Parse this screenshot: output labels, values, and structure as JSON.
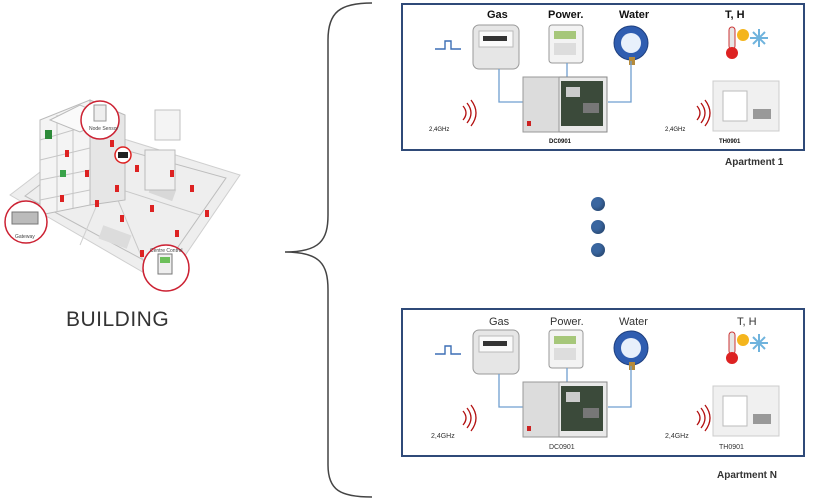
{
  "building_label": "BUILDING",
  "apartments": [
    {
      "name": "Apartment 1",
      "gas_label": "Gas",
      "power_label": "Power.",
      "water_label": "Water",
      "th_label": "T, H",
      "freq_left": "2,4GHz",
      "freq_right": "2,4GHz",
      "controller": "DC0901",
      "sensor": "TH0901"
    },
    {
      "name": "Apartment N",
      "gas_label": "Gas",
      "power_label": "Power.",
      "water_label": "Water",
      "th_label": "T, H",
      "freq_left": "2,4GHz",
      "freq_right": "2,4GHz",
      "controller": "DC0901",
      "sensor": "TH0901"
    }
  ],
  "building_callouts": {
    "node_sensor": "Node Sensor",
    "gateway": "Gateway",
    "centre_control": "Centre Control"
  },
  "colors": {
    "panel_border": "#2f4a78",
    "dot": "#3a66a0",
    "wire": "#6f9fd0",
    "signal": "#b31010"
  }
}
